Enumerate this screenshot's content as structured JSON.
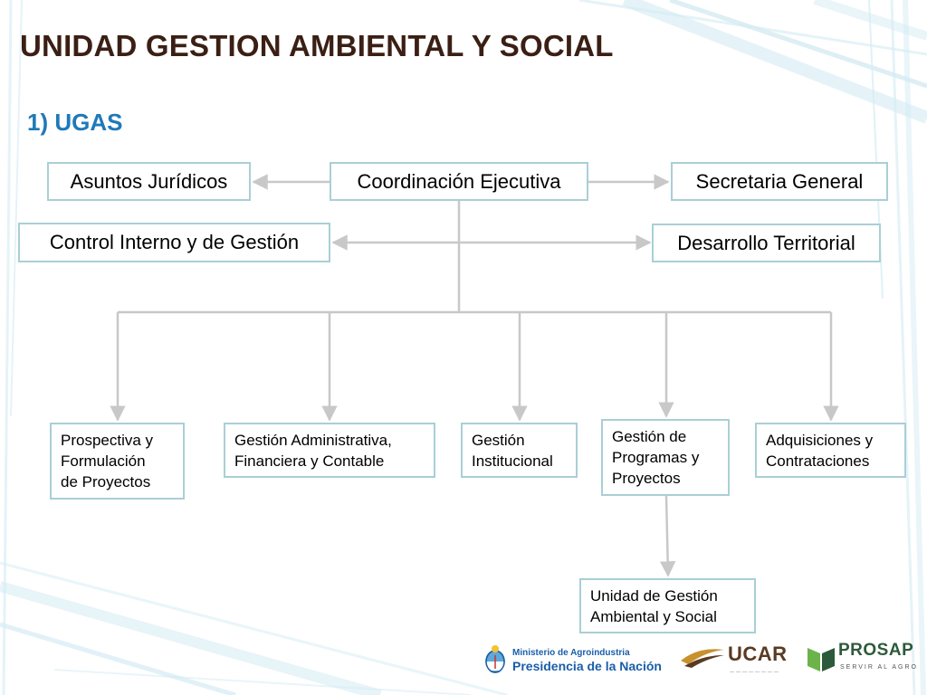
{
  "slide": {
    "title": "UNIDAD GESTION AMBIENTAL Y SOCIAL",
    "subtitle": "1) UGAS"
  },
  "org": {
    "top": {
      "asuntos": "Asuntos Jurídicos",
      "coordinacion": "Coordinación Ejecutiva",
      "secretaria": "Secretaria General",
      "control": "Control Interno y de Gestión",
      "desarrollo": "Desarrollo Territorial"
    },
    "units": {
      "prospectiva": "Prospectiva y\nFormulación\nde Proyectos",
      "administrativa": "Gestión Administrativa,\nFinanciera y Contable",
      "institucional": "Gestión\nInstitucional",
      "programas": "Gestión de\nProgramas y\nProyectos",
      "adquisiciones": "Adquisiciones y\nContrataciones",
      "ambiental": "Unidad de Gestión\nAmbiental y Social"
    }
  },
  "footer": {
    "ministerio_line1": "Ministerio de Agroindustria",
    "ministerio_line2": "Presidencia de la Nación",
    "ucar": "UCAR",
    "prosap": "PROSAP",
    "prosap_tagline": "SERVIR AL AGRO"
  },
  "colors": {
    "title": "#3b1f14",
    "subtitle": "#1f79b8",
    "box_border": "#a9cfd6",
    "connector": "#c8c8c8"
  }
}
